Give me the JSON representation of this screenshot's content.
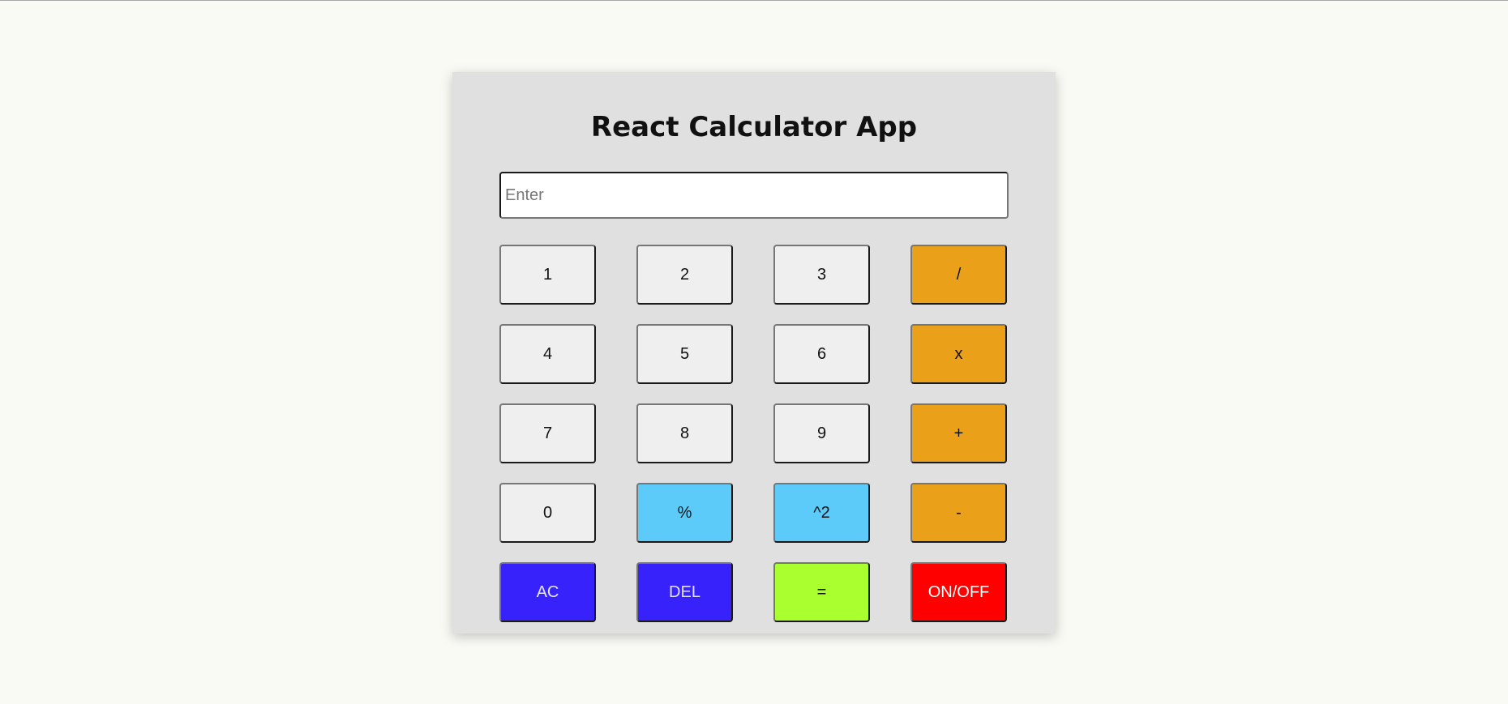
{
  "app": {
    "title": "React Calculator App"
  },
  "display": {
    "value": "",
    "placeholder": "Enter"
  },
  "colors": {
    "page_background": "#fafaf5",
    "panel_background": "#e0e0e0",
    "digit_key": "#efefef",
    "operator_key": "#eba019",
    "function_key": "#5ccbfa",
    "clear_key": "#3822fb",
    "equals_key": "#aaff2f",
    "power_key": "#ff0000"
  },
  "keys": {
    "one": "1",
    "two": "2",
    "three": "3",
    "divide": "/",
    "four": "4",
    "five": "5",
    "six": "6",
    "multiply": "x",
    "seven": "7",
    "eight": "8",
    "nine": "9",
    "add": "+",
    "zero": "0",
    "percent": "%",
    "square": "^2",
    "subtract": "-",
    "all_clear": "AC",
    "delete": "DEL",
    "equals": "=",
    "power": "ON/OFF"
  }
}
